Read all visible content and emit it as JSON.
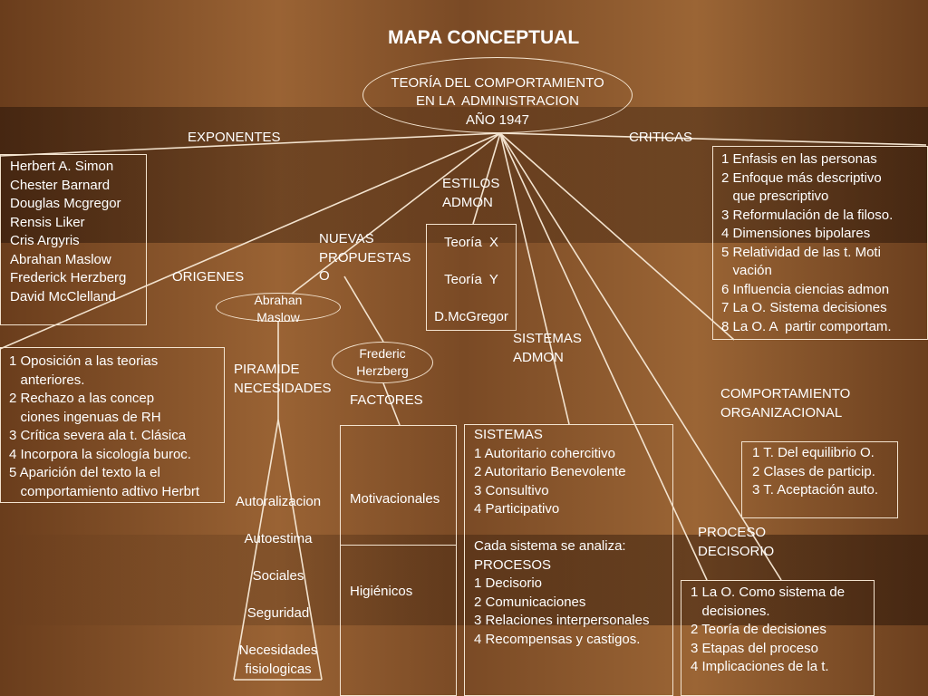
{
  "title": "MAPA CONCEPTUAL",
  "main_node": [
    "TEORÍA DEL COMPORTAMIENTO",
    "EN LA  ADMINISTRACION",
    "AÑO 1947"
  ],
  "labels": {
    "exponentes": "EXPONENTES",
    "criticas": "CRITICAS",
    "estilos": "ESTILOS\nADMON",
    "nuevas": "NUEVAS\nPROPUESTAS\nO",
    "origenes": "ORIGENES",
    "piramide": "PIRAMIDE\nNECESIDADES",
    "factores": "FACTORES",
    "sistemas_admon": "SISTEMAS\nADMON",
    "comportamiento": "COMPORTAMIENTO\nORGANIZACIONAL",
    "proceso": "PROCESO\nDECISORIO"
  },
  "exponentes_list": "Herbert A. Simon\nChester Barnard\nDouglas Mcgregor\nRensis Liker\nCris Argyris\nAbrahan Maslow\nFrederick Herzberg\nDavid McClelland",
  "criticas_list": "1 Enfasis en las personas\n2 Enfoque más descriptivo\n   que prescriptivo\n3 Reformulación de la filoso.\n4 Dimensiones bipolares\n5 Relatividad de las t. Moti\n   vación\n6 Influencia ciencias admon\n7 La O. Sistema decisiones\n8 La O. A  partir comportam.",
  "estilos_box": "Teoría  X\n\nTeoría  Y\n\nD.McGregor",
  "origenes_list": "1 Oposición a las teorias\n   anteriores.\n2 Rechazo a las concep\n   ciones ingenuas de RH\n3 Crítica severa ala t. Clásica\n4 Incorpora la sicología buroc.\n5 Aparición del texto la el\n   comportamiento adtivo Herbrt",
  "maslow": "Abrahan\nMaslow",
  "herzberg": "Frederic\nHerzberg",
  "piramide_levels": [
    "Autoralizacion",
    "Autoestima",
    "Sociales",
    "Seguridad",
    "Necesidades\nfisiologicas"
  ],
  "factores_items": [
    "Motivacionales",
    "Higiénicos"
  ],
  "sistemas_box": "SISTEMAS\n1 Autoritario cohercitivo\n2 Autoritario Benevolente\n3 Consultivo\n4 Participativo\n\nCada sistema se analiza:\nPROCESOS\n1 Decisorio\n2 Comunicaciones\n3 Relaciones interpersonales\n4 Recompensas y castigos.",
  "comportamiento_box": "1 T. Del equilibrio O.\n2 Clases de particip.\n3 T. Aceptación auto.",
  "proceso_box": "1 La O. Como sistema de\n   decisiones.\n2 Teoría de decisiones\n3 Etapas del proceso\n4 Implicaciones de la t.",
  "colors": {
    "line": "#f3e3cf",
    "text": "#ffffff"
  }
}
